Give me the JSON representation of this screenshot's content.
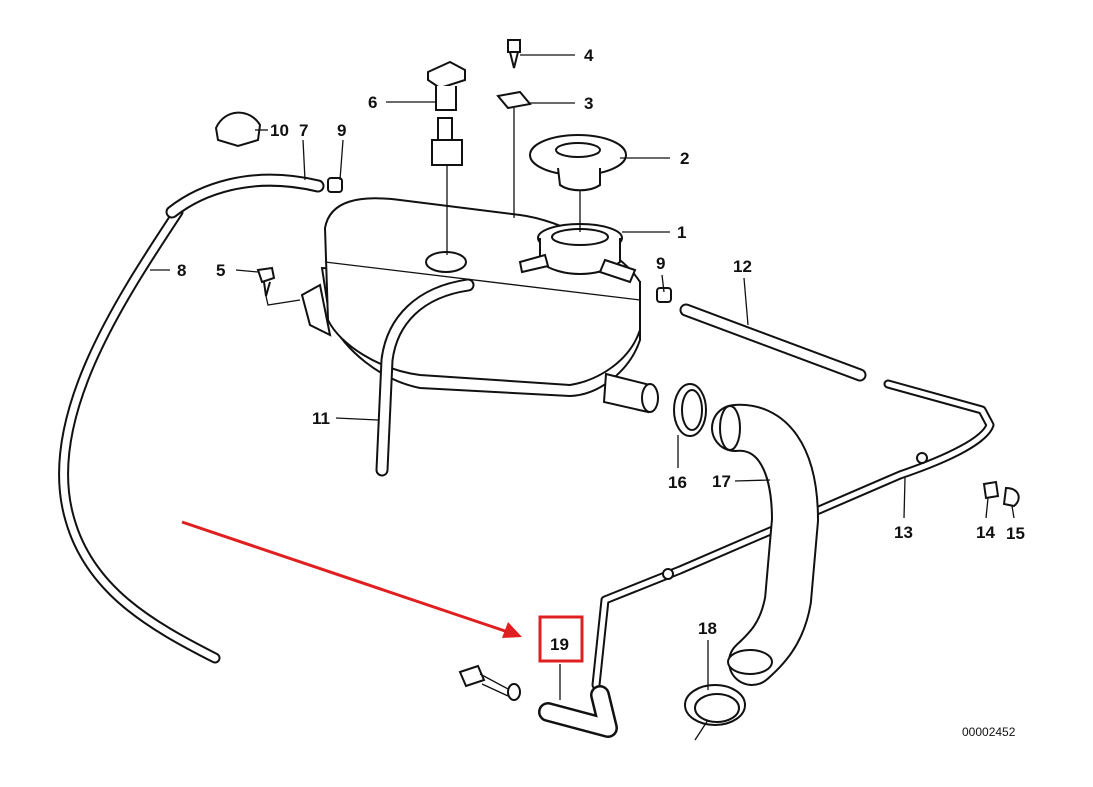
{
  "diagram": {
    "drawing_number": "00002452",
    "highlighted_part": "19",
    "highlight_color": "#e02020",
    "labels": {
      "p1": "1",
      "p2": "2",
      "p3": "3",
      "p4": "4",
      "p5": "5",
      "p6": "6",
      "p7": "7",
      "p8": "8",
      "p9a": "9",
      "p9b": "9",
      "p10": "10",
      "p11": "11",
      "p12": "12",
      "p13": "13",
      "p14": "14",
      "p15": "15",
      "p16": "16",
      "p17": "17",
      "p18": "18",
      "p19": "19"
    }
  }
}
